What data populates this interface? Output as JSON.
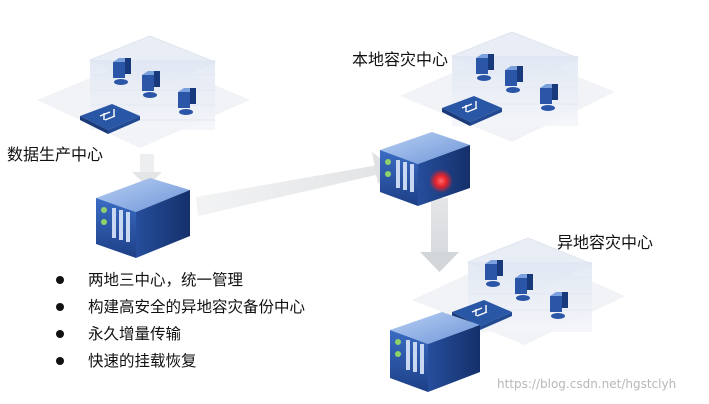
{
  "labels": {
    "production_center": "数据生产中心",
    "local_dr_center": "本地容灾中心",
    "remote_dr_center": "异地容灾中心"
  },
  "bullets": [
    "两地三中心，统一管理",
    "构建高安全的异地容灾备份中心",
    "永久增量传输",
    "快速的挂载恢复"
  ],
  "watermark": "https://blog.csdn.net/hgstclyh",
  "colors": {
    "arrow": "#e6e8ea",
    "server_body": "#2d5bb0",
    "server_top": "#6f9ae0",
    "platform": "#eef1f5",
    "server_light_green": "#8fd16a",
    "alert_red": "#e8232a"
  }
}
